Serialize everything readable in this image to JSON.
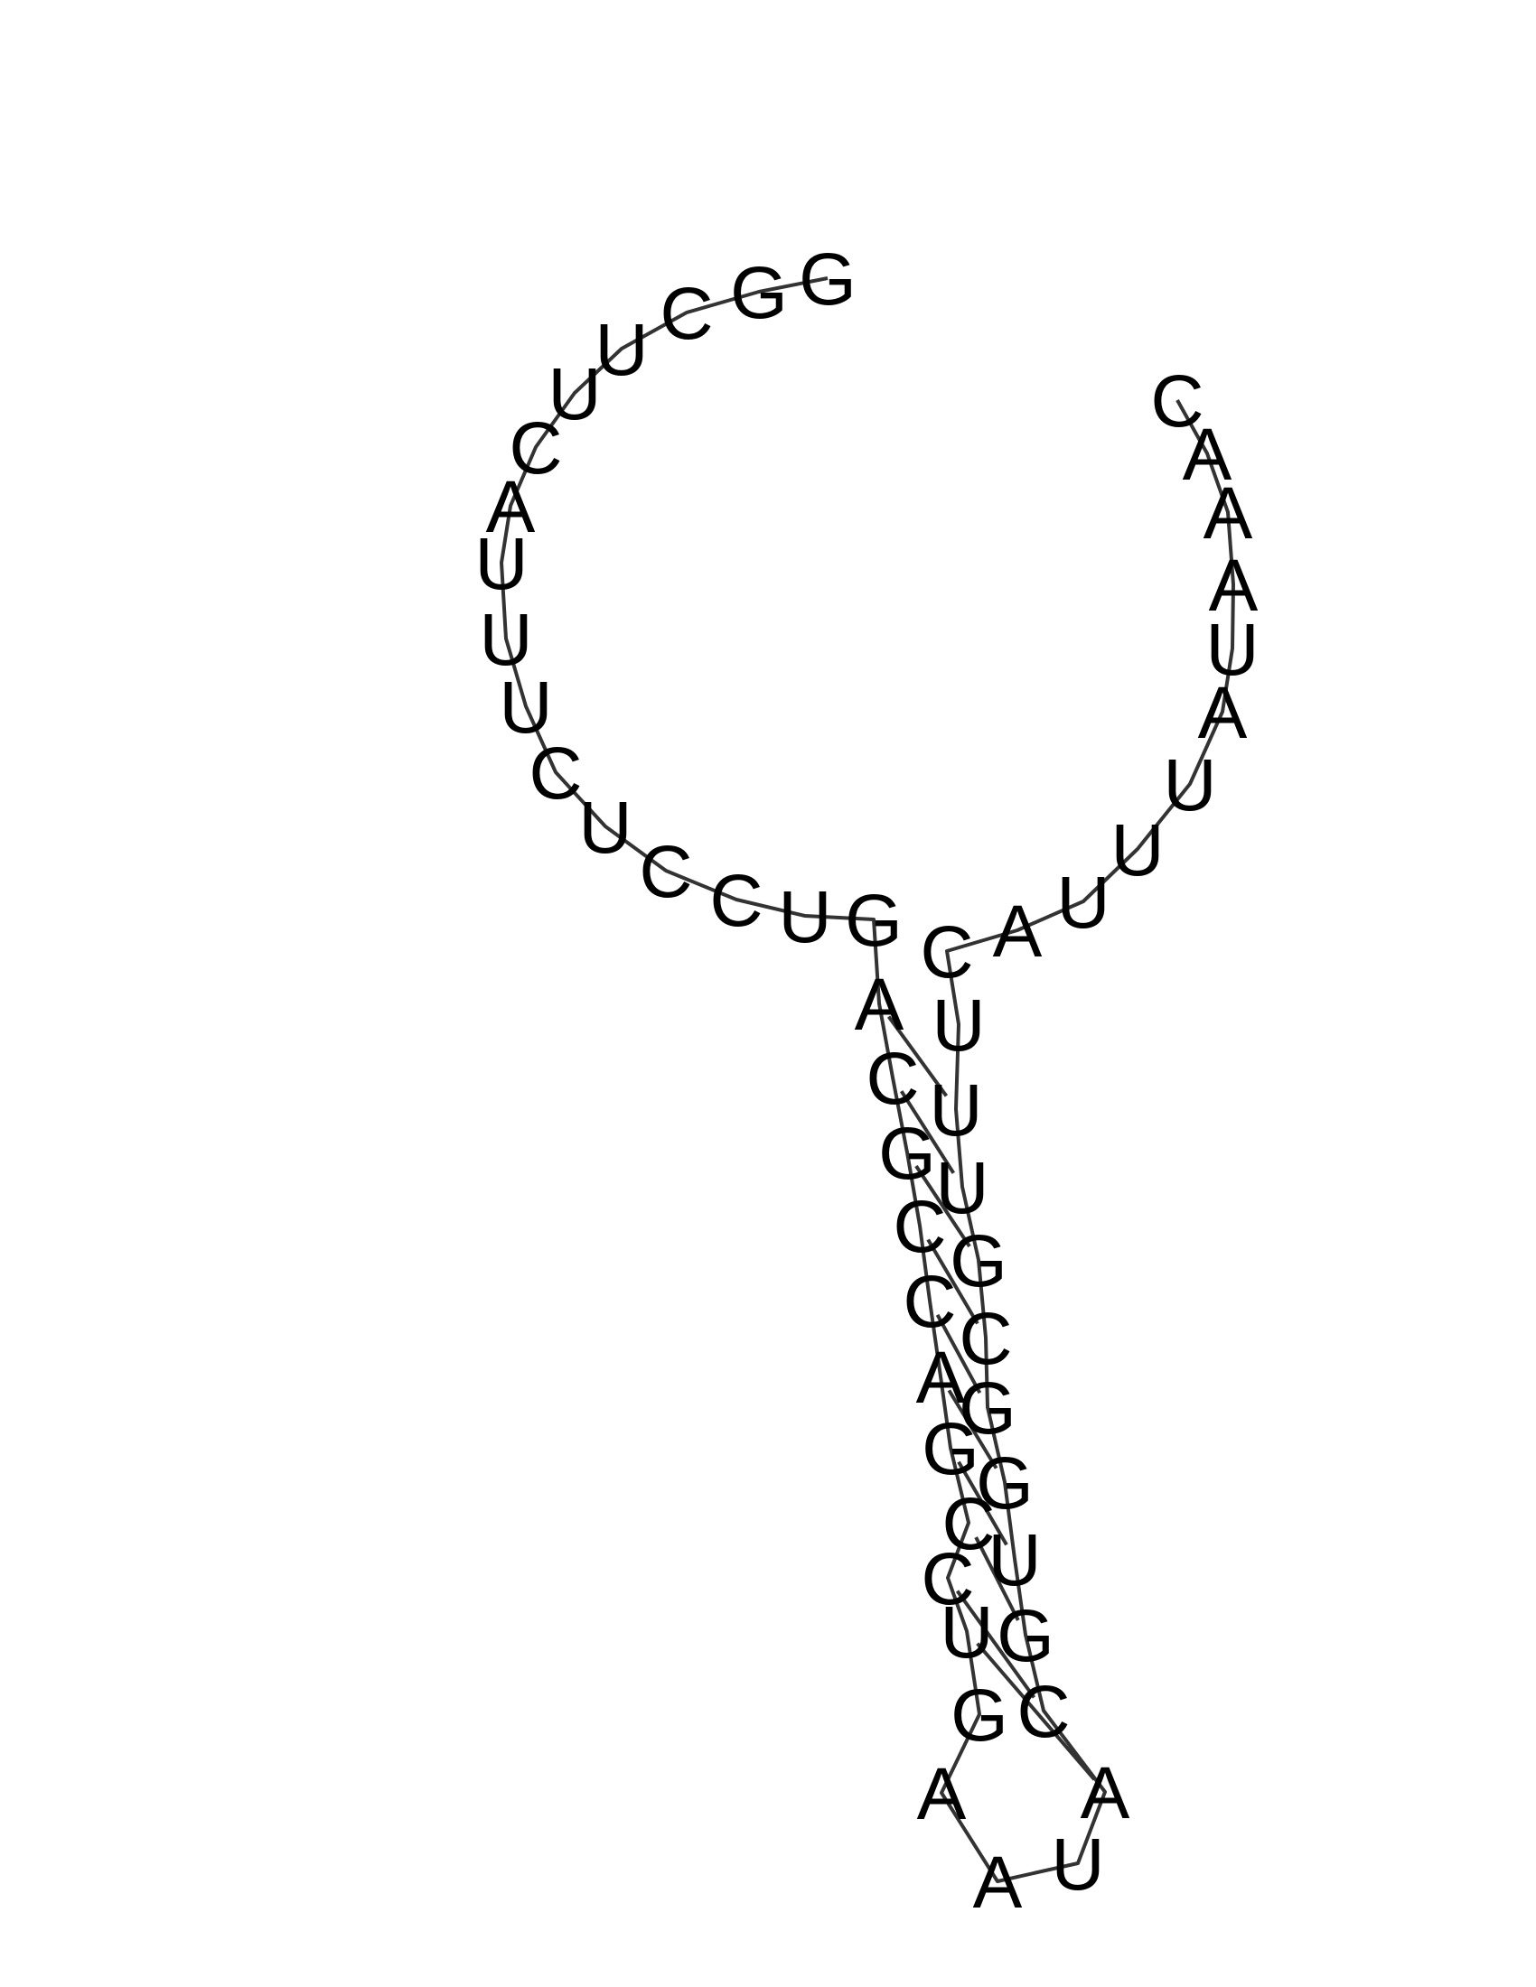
{
  "structure": {
    "sequence": "GGCUUCAUUUCUCCUGACGCCAGCCUGAAUACGUGGCGUUUCAUUUAUAAAC",
    "dot_bracket": "...............((((((((((....)))))))))).............",
    "nucleotides": [
      "G",
      "G",
      "C",
      "U",
      "U",
      "C",
      "A",
      "U",
      "U",
      "U",
      "C",
      "U",
      "C",
      "C",
      "U",
      "G",
      "A",
      "C",
      "G",
      "C",
      "C",
      "A",
      "G",
      "C",
      "C",
      "U",
      "G",
      "A",
      "A",
      "U",
      "A",
      "C",
      "G",
      "U",
      "G",
      "G",
      "C",
      "G",
      "U",
      "U",
      "U",
      "C",
      "A",
      "U",
      "U",
      "U",
      "A",
      "U",
      "A",
      "A",
      "A",
      "C"
    ],
    "pairs": [
      [
        16,
        39
      ],
      [
        17,
        38
      ],
      [
        18,
        37
      ],
      [
        19,
        36
      ],
      [
        20,
        35
      ],
      [
        21,
        34
      ],
      [
        22,
        33
      ],
      [
        23,
        32
      ],
      [
        24,
        31
      ],
      [
        25,
        30
      ]
    ]
  },
  "colors": {
    "backbone": "#333333",
    "letters": "#000000",
    "background": "#ffffff"
  }
}
